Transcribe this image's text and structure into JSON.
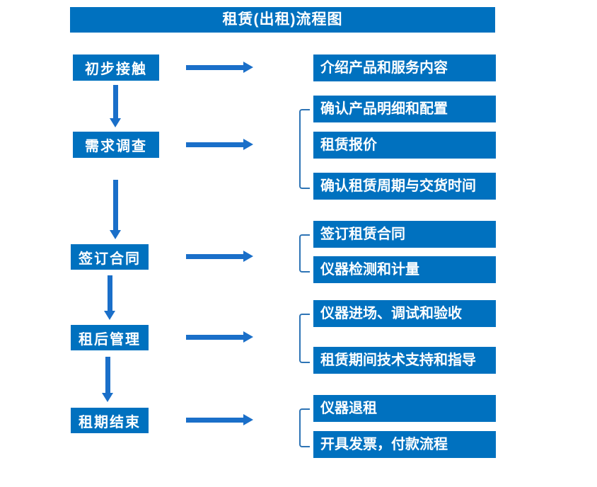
{
  "title": "租赁(出租)流程图",
  "colors": {
    "box_blue": "#0071bf",
    "arrow_blue": "#1a6fc9",
    "bracket_blue": "#2e74b5",
    "text_white": "#ffffff",
    "background": "#ffffff"
  },
  "steps": [
    {
      "label": "初步接触",
      "details": [
        "介绍产品和服务内容"
      ]
    },
    {
      "label": "需求调查",
      "details": [
        "确认产品明细和配置",
        "租赁报价",
        "确认租赁周期与交货时间"
      ]
    },
    {
      "label": "签订合同",
      "details": [
        "签订租赁合同",
        "仪器检测和计量"
      ]
    },
    {
      "label": "租后管理",
      "details": [
        "仪器进场、调试和验收",
        "租赁期间技术支持和指导"
      ]
    },
    {
      "label": "租期结束",
      "details": [
        "仪器退租",
        "开具发票，付款流程"
      ]
    }
  ]
}
